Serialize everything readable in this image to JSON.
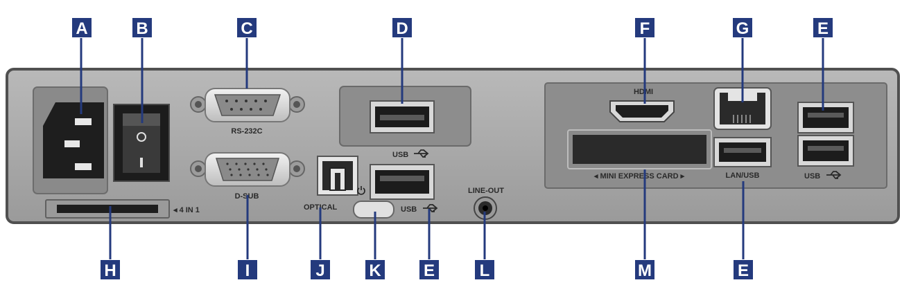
{
  "callouts": {
    "top": [
      "A",
      "B",
      "C",
      "D",
      "F",
      "G",
      "E"
    ],
    "bottom": [
      "H",
      "I",
      "J",
      "K",
      "E",
      "L",
      "M",
      "E"
    ]
  },
  "labels": {
    "rs232c": "RS-232C",
    "dsub": "D-SUB",
    "four_in_one": "◂ 4 IN 1",
    "optical": "OPTICAL",
    "usb_center_top": "USB",
    "usb_center_bottom": "USB",
    "line_out": "LINE-OUT",
    "hdmi": "HDMI",
    "mini_express": "◂ MINI EXPRESS CARD ▸",
    "lan_usb": "LAN/USB",
    "usb_right": "USB",
    "power_on_glyph": "I",
    "power_off_glyph": "O"
  },
  "colors": {
    "callout_fill": "#243a7d",
    "panel_fill": "#a0a0a0",
    "bay_fill": "#888888"
  },
  "icons": [
    "usb-icon",
    "power-icon"
  ]
}
